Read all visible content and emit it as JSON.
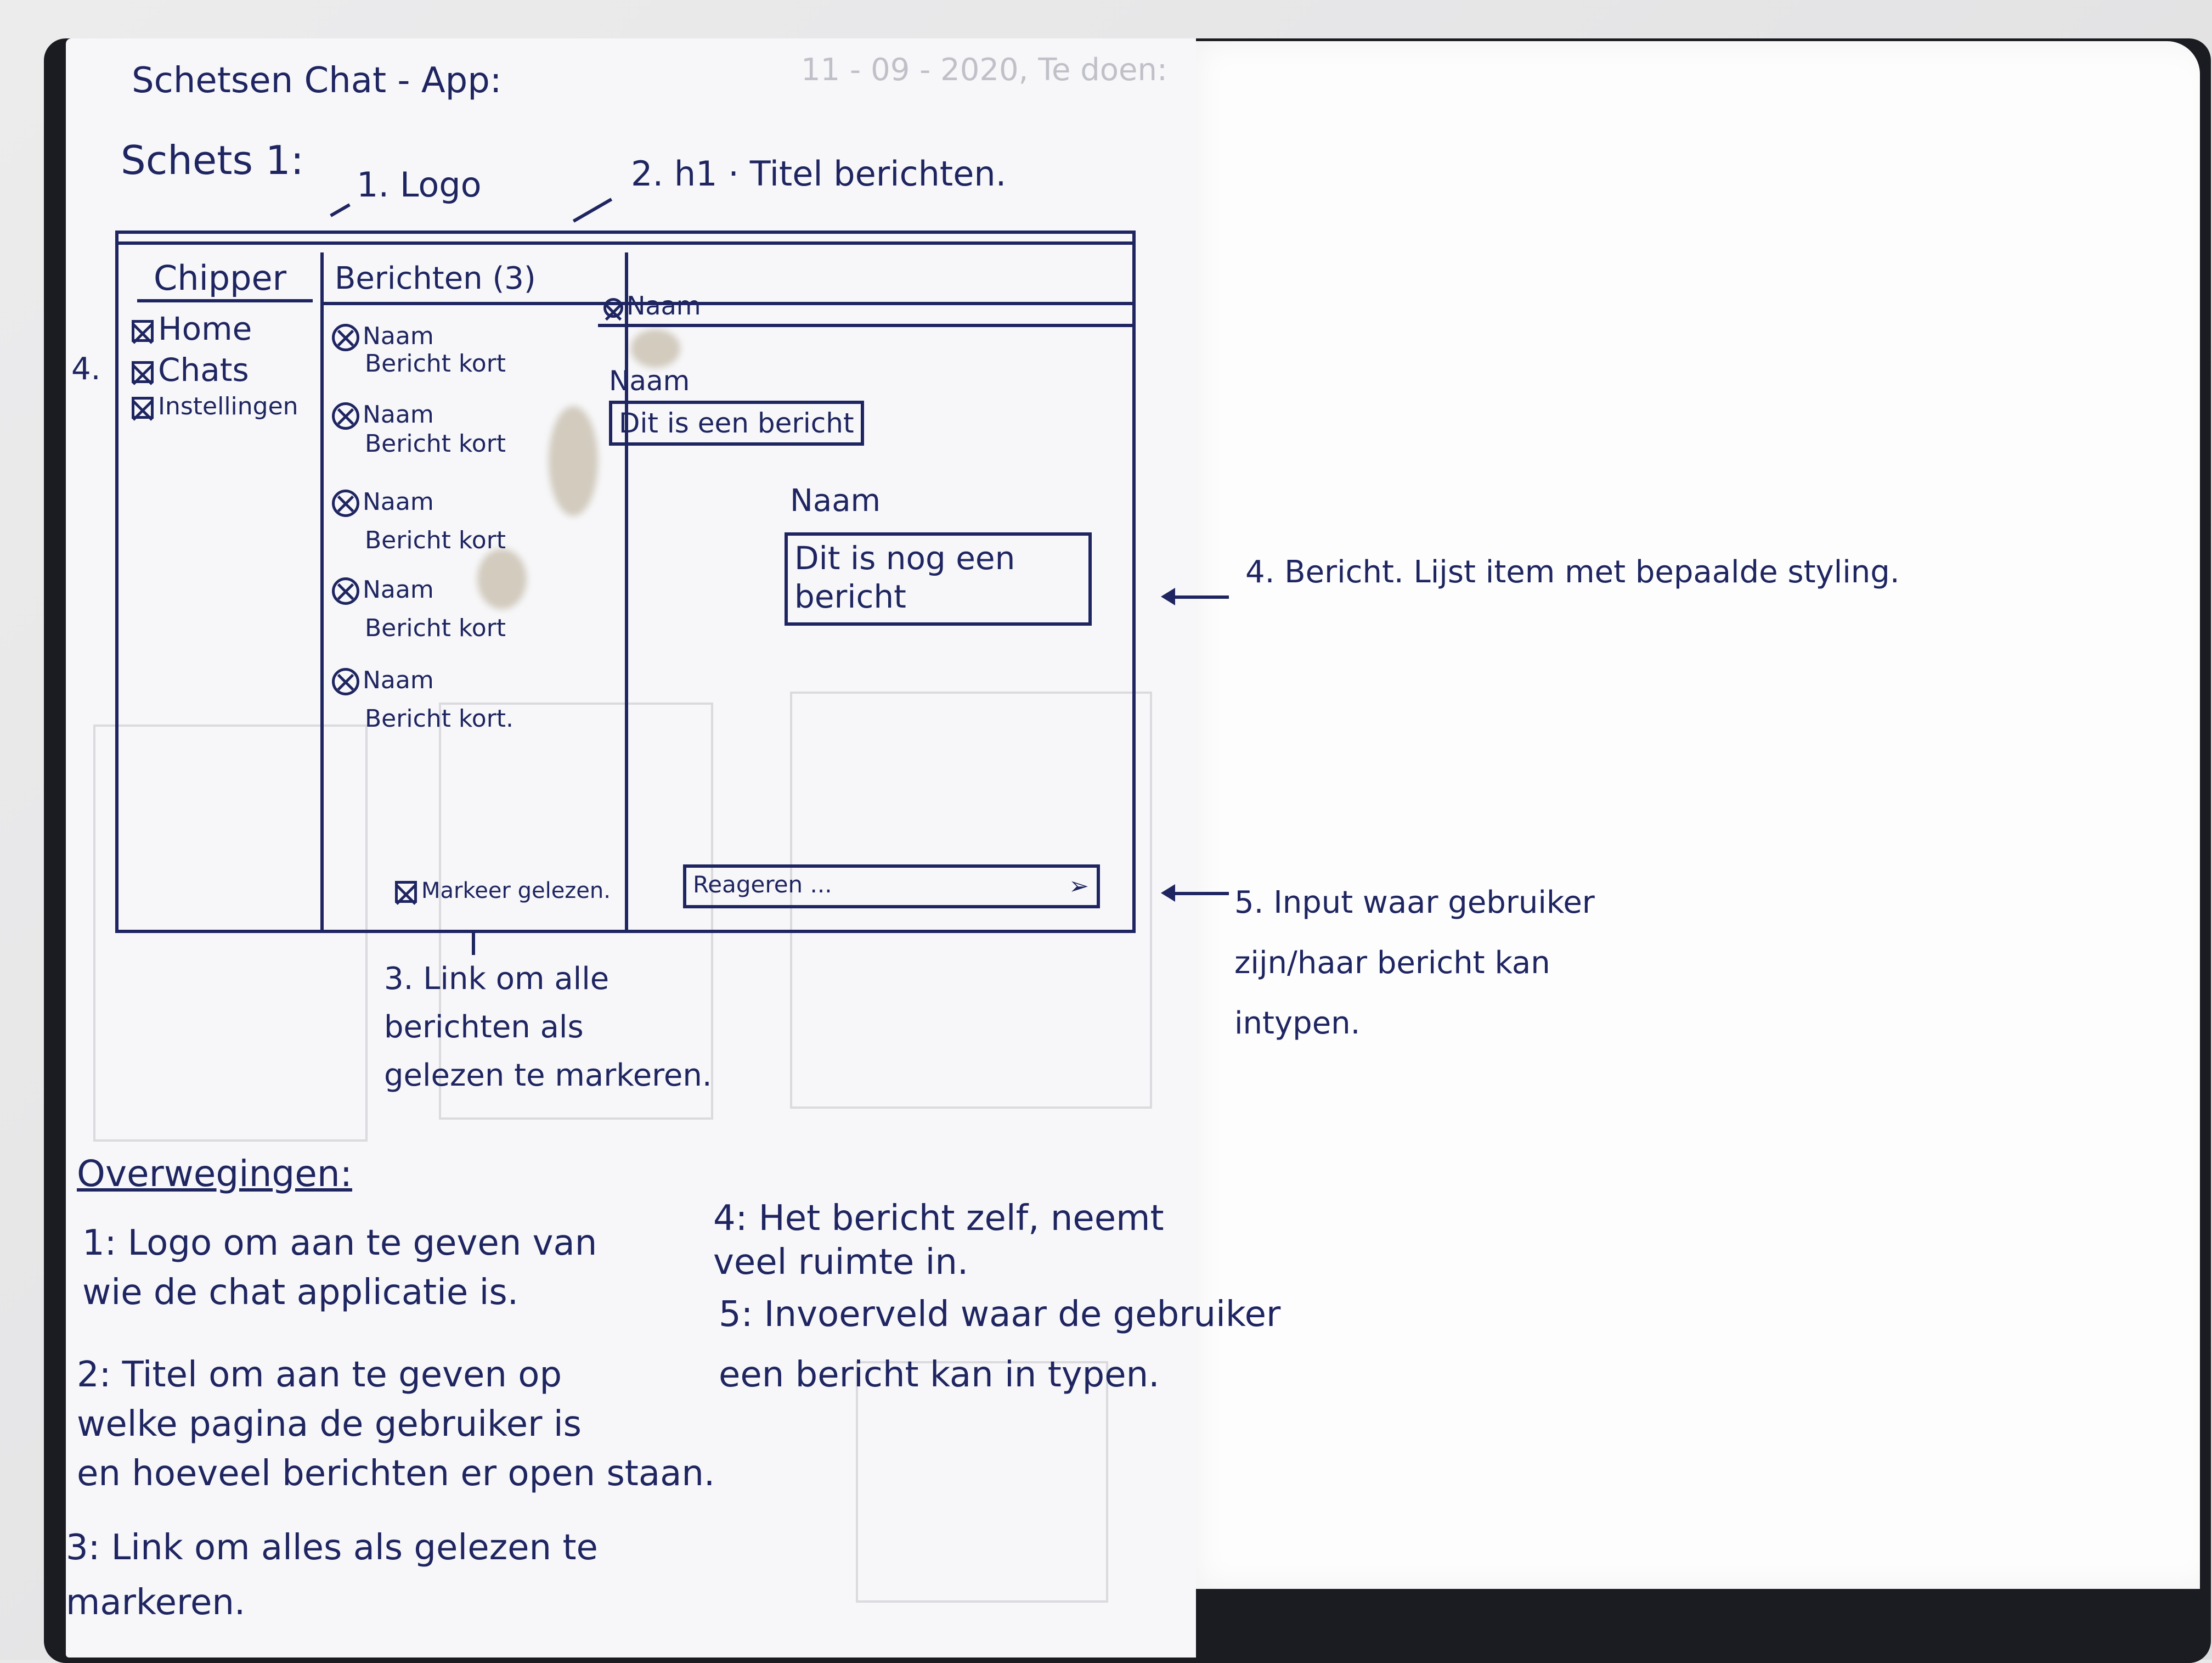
{
  "sketch": {
    "header_title": "Schetsen Chat - App:",
    "header_date_faded": "11 - 09 - 2020, Te doen:",
    "subtitle": "Schets 1:",
    "annotations": {
      "logo": "1. Logo",
      "h1": "2. h1 · Titel berichten.",
      "link": "3. Link om alle\nberichten als\ngelezen te markeren.",
      "message": "4. Bericht. Lijst item met bepaalde styling.",
      "input": "5. Input waar gebruiker\nzijn/haar bericht kan\nintypen.",
      "side_number": "4."
    }
  },
  "wireframe": {
    "logo": "Chipper",
    "nav": [
      "Home",
      "Chats",
      "Instellingen"
    ],
    "header": "Berichten (3)",
    "chat_list": [
      {
        "name": "Naam",
        "preview": "Bericht kort"
      },
      {
        "name": "Naam",
        "preview": "Bericht kort"
      },
      {
        "name": "Naam",
        "preview": "Bericht kort"
      },
      {
        "name": "Naam",
        "preview": "Bericht kort"
      },
      {
        "name": "Naam",
        "preview": "Bericht kort."
      }
    ],
    "mark_read": "Markeer gelezen.",
    "conversation_header": "Naam",
    "messages": [
      {
        "name": "Naam",
        "text": "Dit is een bericht"
      },
      {
        "name": "Naam",
        "text": "Dit is nog een bericht"
      }
    ],
    "input_placeholder": "Reageren ...",
    "send_icon": "send-arrow-icon"
  },
  "considerations": {
    "heading": "Overwegingen:",
    "items": [
      "1: Logo om aan te geven van\nwie de chat applicatie is.",
      "2: Titel om aan te geven op\nwelke pagina de gebruiker is\nen hoeveel berichten er open staan.",
      "3: Link om alles als gelezen te\nmarkeren.",
      "4: Het bericht zelf, neemt\nveel ruimte in.",
      "5: Invoerveld waar de gebruiker\neen bericht kan in typen."
    ]
  },
  "colors": {
    "ink": "#1e2560",
    "paper": "#f7f7f9",
    "cover": "#1b1c21"
  }
}
